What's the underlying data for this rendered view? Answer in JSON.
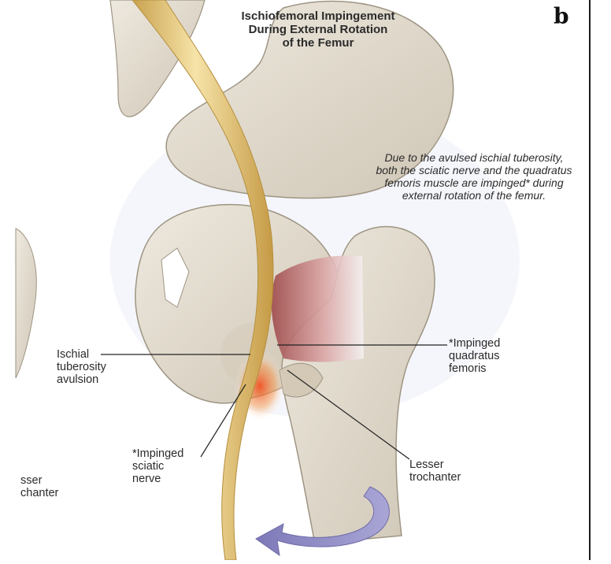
{
  "panel_letter": "b",
  "title": [
    "Ischiofemoral Impingement",
    "During External Rotation",
    "of the Femur"
  ],
  "caption": [
    "Due to the avulsed ischial tuberosity,",
    "both the sciatic nerve and the quadratus",
    "femoris muscle are impinged* during",
    "external rotation of the femur."
  ],
  "labels": {
    "ischial": [
      "Ischial",
      "tuberosity",
      "avulsion"
    ],
    "quadratus": [
      "*Impinged",
      "quadratus",
      "femoris"
    ],
    "sciatic": [
      "*Impinged",
      "sciatic",
      "nerve"
    ],
    "lesser": [
      "Lesser",
      "trochanter"
    ],
    "left_cut": [
      "sser",
      "chanter"
    ]
  },
  "colors": {
    "bone": "#e7e1d6",
    "bone_shadow": "#c9bfae",
    "nerve": "#e9cf85",
    "muscle": "#b46a6a",
    "inflammation": "#f27a3a",
    "arrow": "#8a86bf"
  }
}
